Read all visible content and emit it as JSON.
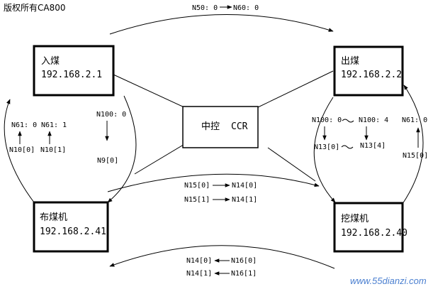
{
  "copyright": "版权所有CA800",
  "watermark": "www.55dianzi.com",
  "nodes": {
    "ru_mei": {
      "name": "入煤",
      "ip": "192.168.2.1"
    },
    "chu_mei": {
      "name": "出煤",
      "ip": "192.168.2.2"
    },
    "center": {
      "name": "中控",
      "abbr": "CCR"
    },
    "bu_mei_ji": {
      "name": "布煤机",
      "ip": "192.168.2.41"
    },
    "wa_mei_ji": {
      "name": "挖煤机",
      "ip": "192.168.2.40"
    }
  },
  "labels": {
    "top_from": "N50: 0",
    "top_to": "N60: 0",
    "l_n61_0": "N61: 0",
    "l_n61_1": "N61: 1",
    "l_n10_0": "N10[0]",
    "l_n10_1": "N10[1]",
    "l_n100_0": "N100: 0",
    "l_n9_0": "N9[0]",
    "m_n15_0": "N15[0]",
    "m_n14_0": "N14[0]",
    "m_n15_1": "N15[1]",
    "m_n14_1": "N14[1]",
    "r_n100_0": "N100: 0",
    "r_n100_4": "N100: 4",
    "r_n13_0": "N13[0]",
    "r_n13_4": "N13[4]",
    "r_n61_0": "N61: 0",
    "r_n15_0": "N15[0]",
    "b_n14_0": "N14[0]",
    "b_n16_0": "N16[0]",
    "b_n14_1": "N14[1]",
    "b_n16_1": "N16[1]"
  }
}
